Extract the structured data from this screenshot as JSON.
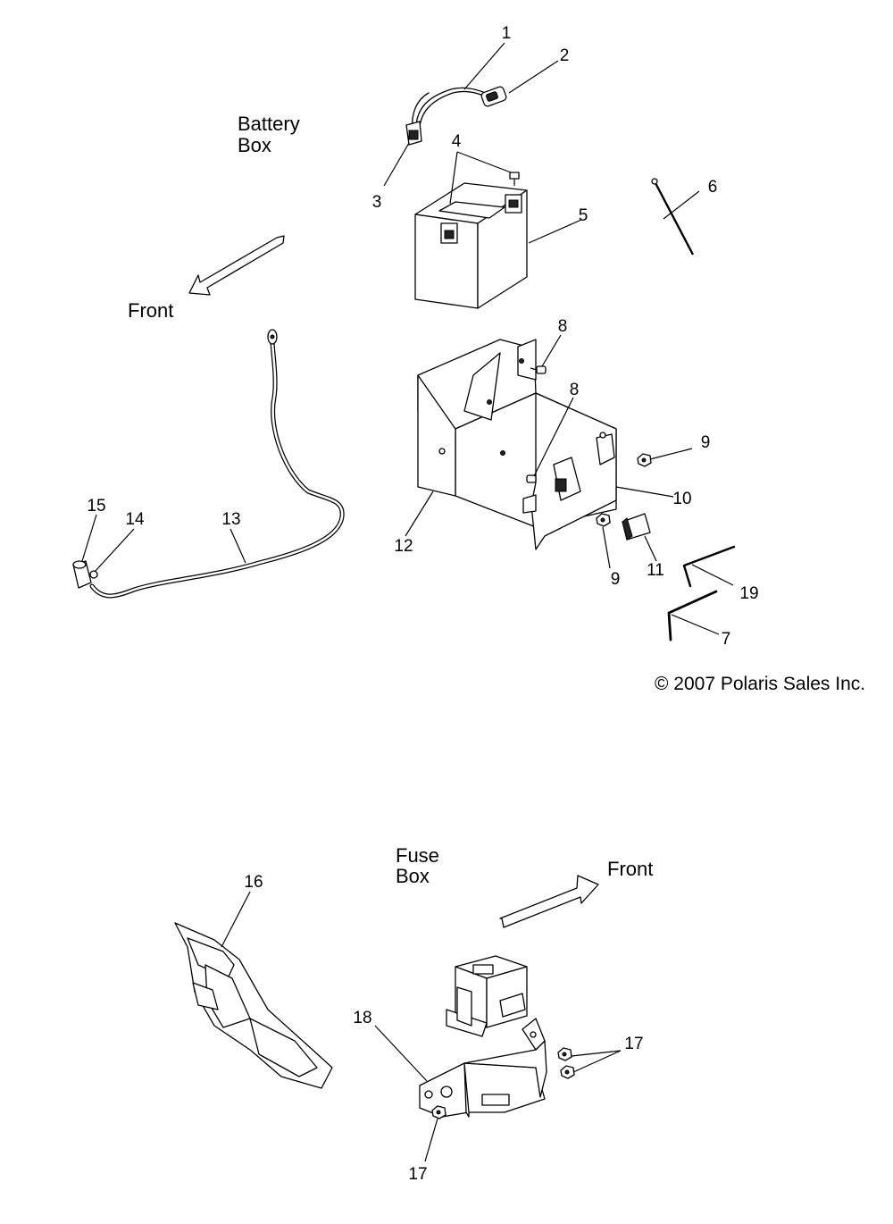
{
  "sections": {
    "battery_box": {
      "line1": "Battery",
      "line2": "Box"
    },
    "fuse_box": {
      "line1": "Fuse",
      "line2": "Box"
    }
  },
  "direction": {
    "front_top": "Front",
    "front_bottom": "Front"
  },
  "copyright": "© 2007 Polaris Sales Inc.",
  "callouts": {
    "c1": "1",
    "c2": "2",
    "c3": "3",
    "c4": "4",
    "c5": "5",
    "c6": "6",
    "c7": "7",
    "c8a": "8",
    "c8b": "8",
    "c9a": "9",
    "c9b": "9",
    "c10": "10",
    "c11": "11",
    "c12": "12",
    "c13": "13",
    "c14": "14",
    "c15": "15",
    "c16": "16",
    "c17a": "17",
    "c17b": "17",
    "c18": "18",
    "c19": "19"
  }
}
